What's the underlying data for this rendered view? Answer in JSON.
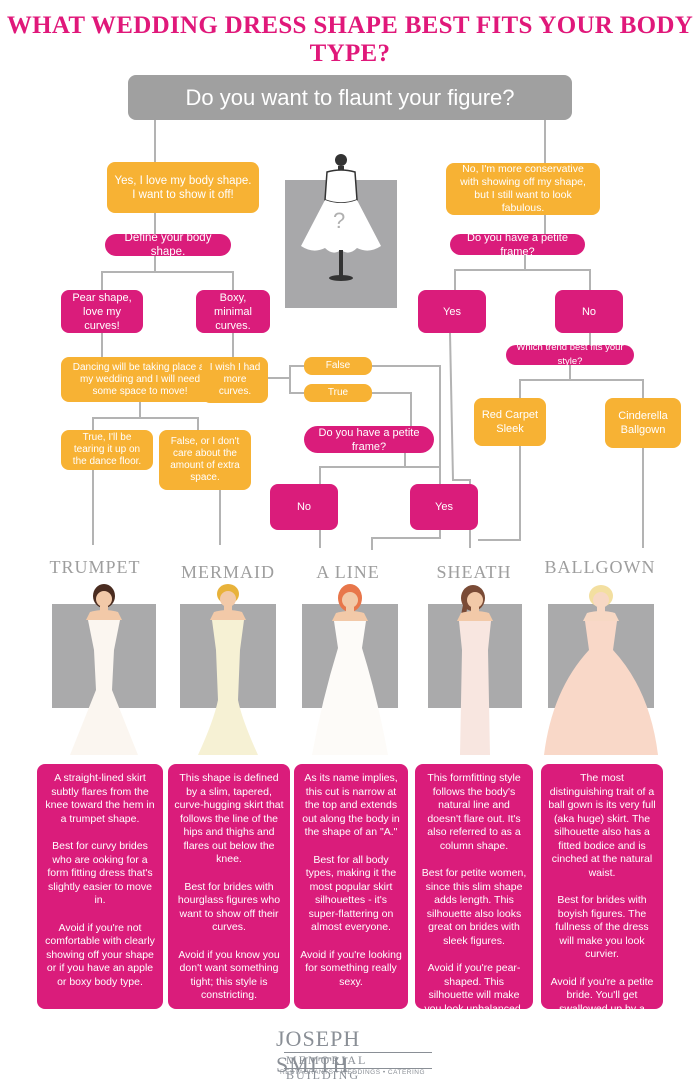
{
  "title": "WHAT WEDDING DRESS SHAPE BEST FITS YOUR BODY TYPE?",
  "main_question": "Do you want to flaunt your figure?",
  "dress_mark": "?",
  "left_branch": {
    "yes_answer": "Yes, I love my body shape. I want to show it off!",
    "define_shape": "Define your body shape.",
    "pear": "Pear shape, love my curves!",
    "boxy": "Boxy, minimal curves.",
    "dancing": "Dancing will be taking place at my wedding and I will need some space to move!",
    "wish_curves": "I wish I had more curves.",
    "true_dance": "True, I'll be tearing it up on the dance floor.",
    "false_dance": "False, or I don't care about the amount of extra space.",
    "false_label": "False",
    "true_label": "True",
    "petite_q": "Do you have a petite frame?",
    "no_label": "No",
    "yes_label": "Yes"
  },
  "right_branch": {
    "no_answer": "No, I'm more conservative with showing off my shape, but I still want to look fabulous.",
    "petite_q": "Do you have a petite frame?",
    "yes_label": "Yes",
    "no_label": "No",
    "trend_q": "Which trend best fits your style?",
    "red_carpet": "Red Carpet Sleek",
    "cinderella": "Cinderella Ballgown"
  },
  "dresses": [
    {
      "name": "TRUMPET",
      "paragraphs": [
        "A straight-lined skirt subtly flares from the knee toward the hem in a trumpet shape.",
        "Best for curvy brides who are ooking for a form fitting dress that's slightly easier to move in.",
        "Avoid if you're not comfortable with clearly showing off your shape or if you have an apple or boxy body type."
      ]
    },
    {
      "name": "MERMAID",
      "paragraphs": [
        "This shape is defined by a slim, tapered, curve-hugging skirt that follows the line of the hips and thighs and flares out below the knee.",
        "Best for brides with hourglass figures who want to show off their curves.",
        "Avoid if you know you don't want something tight; this style is constricting."
      ]
    },
    {
      "name": "A LINE",
      "paragraphs": [
        "As its name implies, this cut is narrow at the top and extends out along the body in the shape of an \"A.\"",
        "Best for all body types, making it the most popular skirt silhouettes - it's super-flattering on almost everyone.",
        "Avoid if you're looking for something really sexy."
      ]
    },
    {
      "name": "SHEATH",
      "paragraphs": [
        "This formfitting style follows the body's natural line and doesn't flare out. It's also referred to as a column shape.",
        "Best for petite women, since this slim shape adds length. This silhouette also looks great on brides with sleek figures.",
        "Avoid if you're pear-shaped. This silhouette will make you look unbalanced."
      ]
    },
    {
      "name": "BALLGOWN",
      "paragraphs": [
        "The most distinguishing trait of a ball gown is its very full (aka huge) skirt. The silhouette also has a fitted bodice and is cinched at the natural waist.",
        "Best for brides with boyish figures. The fullness of the dress will make you look curvier.",
        "Avoid if you're a petite bride. You'll get swallowed up by a dress this voluminous."
      ]
    }
  ],
  "logo": {
    "line1": "JOSEPH SMITH",
    "line2": "MEMORIAL BUILDING",
    "tagline": "RESTAURANTS • WEDDINGS • CATERING"
  },
  "colors": {
    "magenta": "#da1c7b",
    "yellow": "#f7b234",
    "gray": "#a0a0a0"
  }
}
